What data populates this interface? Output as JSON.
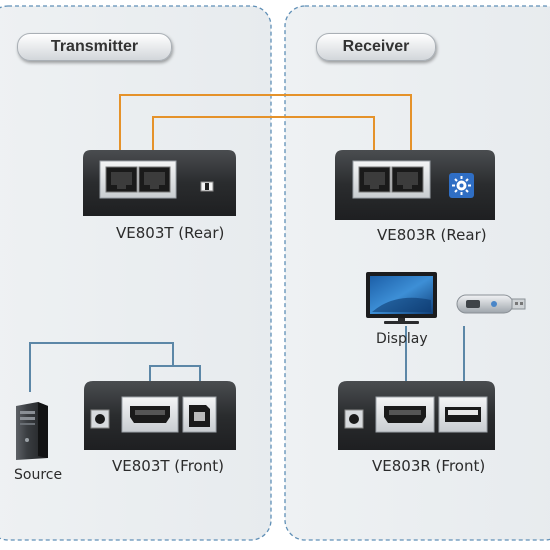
{
  "panels": {
    "transmitter": {
      "title": "Transmitter"
    },
    "receiver": {
      "title": "Receiver"
    }
  },
  "devices": {
    "tx_rear": {
      "label": "VE803T (Rear)"
    },
    "tx_front": {
      "label": "VE803T (Front)"
    },
    "rx_rear": {
      "label": "VE803R (Rear)"
    },
    "rx_front": {
      "label": "VE803R (Front)"
    }
  },
  "peripherals": {
    "source": {
      "label": "Source",
      "icon": "pc-tower-icon"
    },
    "display": {
      "label": "Display",
      "icon": "monitor-icon"
    },
    "usb": {
      "icon": "usb-flash-drive-icon"
    }
  },
  "colors": {
    "panel_border": "#5f8fb6",
    "panel_fill": "#eef1f3",
    "cable_orange": "#e5922a",
    "cable_blue": "#5c87a7",
    "device_dark": "#2f3133",
    "port_frame": "#c4c8cc"
  }
}
